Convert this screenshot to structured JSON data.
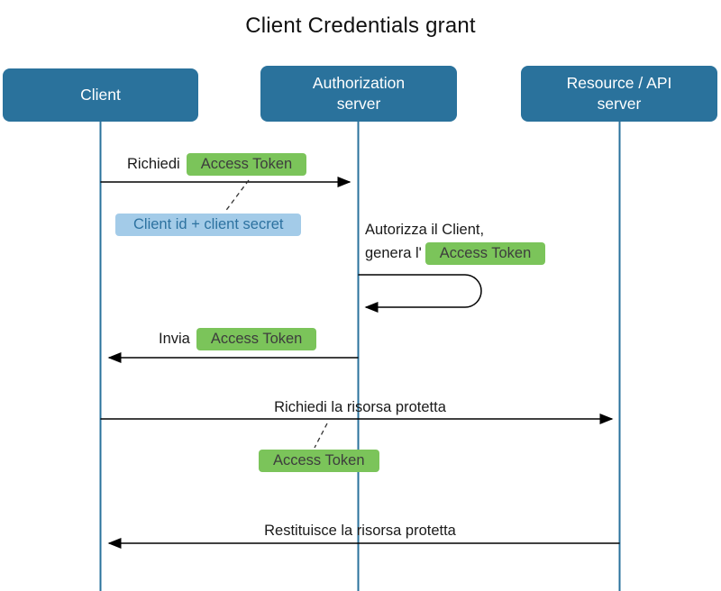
{
  "title": "Client Credentials grant",
  "colors": {
    "actor_fill": "#2a729c",
    "lifeline": "#2a729c",
    "token_fill": "#7bc45a",
    "token_text": "#3d3d3d",
    "note_fill": "#a3cbe8",
    "note_text": "#2d72a0"
  },
  "actors": {
    "client": "Client",
    "auth": "Authorization\nserver",
    "resource": "Resource / API\nserver"
  },
  "messages": {
    "request_prefix": "Richiedi",
    "request_token": "Access Token",
    "credentials_note": "Client id + client secret",
    "self_line1": "Autorizza il Client,",
    "self_line2_prefix": "genera l'",
    "self_token": "Access Token",
    "send_prefix": "Invia",
    "send_token": "Access Token",
    "resource_request": "Richiedi la risorsa protetta",
    "resource_token": "Access Token",
    "resource_response": "Restituisce la risorsa protetta"
  }
}
